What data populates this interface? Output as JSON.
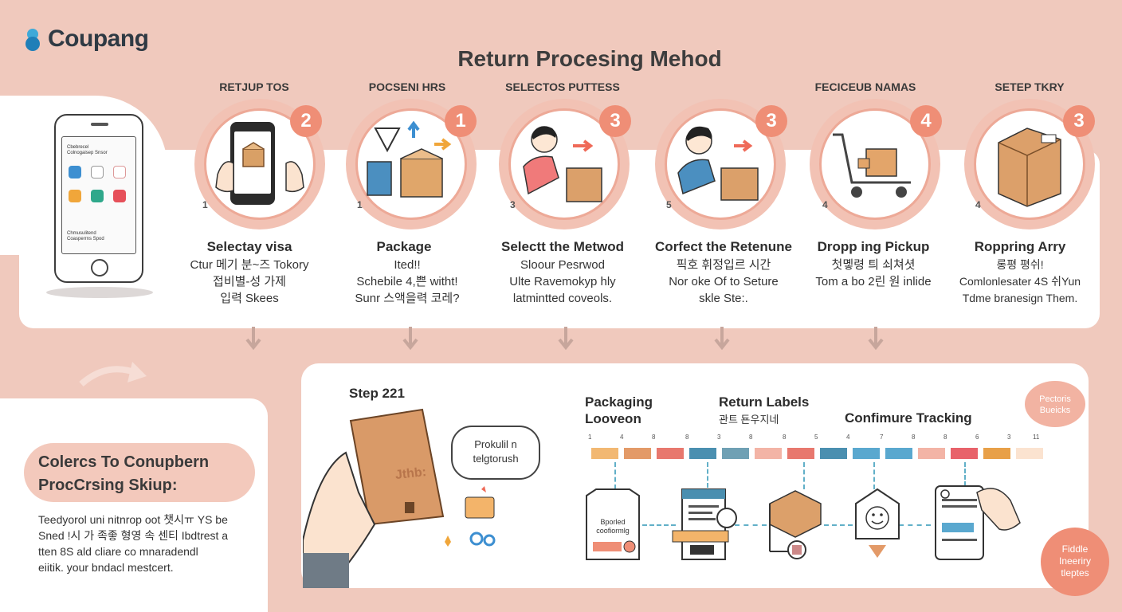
{
  "brand": {
    "logo_text": "Coupang"
  },
  "header": {
    "title": "Return Procesing Mehod"
  },
  "steps": [
    {
      "caption": "RETJUP TOS",
      "badge": "2",
      "small_num": "1",
      "title": "Selectay visa",
      "desc": [
        "Ctur 메기 분~즈 Tokory",
        "접비별-성 가제",
        "입력 Skees"
      ],
      "icon": "hands-phone-box-icon"
    },
    {
      "caption": "POCSENI HRS",
      "badge": "1",
      "small_num": "1",
      "title": "Package",
      "desc": [
        "Ited!!",
        "Schebile 4,쁜 witht!",
        "Sunr 스액을력 코레?"
      ],
      "icon": "package-box-icon"
    },
    {
      "caption": "SELECTOS PUTTESS",
      "badge": "3",
      "small_num": "3",
      "title": "Selectt the Metwod",
      "desc": [
        "Sloour Pesrwod",
        "Ulte Ravemokyp hly",
        "latmintted coveols."
      ],
      "icon": "person-packing-icon"
    },
    {
      "caption": "",
      "badge": "3",
      "small_num": "5",
      "title": "Corfect the Retenune",
      "desc": [
        "픽호 휘정입르 시간",
        "Nor oke Of to Seture",
        "skle Ste:."
      ],
      "icon": "person-box-icon"
    },
    {
      "caption": "FECICEUB NAMAS",
      "badge": "4",
      "small_num": "4",
      "title": "Dropp ing Pickup",
      "desc": [
        "첫몧령 틔 쇠쳐셧",
        "Tom a bo 2린 원 inlide"
      ],
      "icon": "cart-box-icon"
    },
    {
      "caption": "SETEP TKRY",
      "badge": "3",
      "small_num": "4",
      "title": "Roppring Arry",
      "desc": [
        "롱평 평쉬!",
        "Comlonlesater 4S 쉬Yun",
        "Tdme branesign Them."
      ],
      "icon": "sealed-box-icon"
    }
  ],
  "phone": {
    "header_lines": [
      "Cbebrecel",
      "Colnogaisep Snsor"
    ],
    "footer_lines": [
      "Chmusulitend",
      "Coasperrns Spod"
    ],
    "app_colors": [
      "#3d8fd1",
      "#ffffff",
      "#ffffff",
      "#f0a63a",
      "#2fa88b",
      "#e6505a"
    ]
  },
  "bottom_left": {
    "heading_lines": [
      "Colercs To Conupbern",
      "ProcCrsing Skiup:"
    ],
    "desc": [
      "Teedyorol uni nitnrop oot 챗시ㅠ YS be",
      "Sned !시 가 족좋 형영 속 센티 Ibdtrest a",
      "tten 8S ald cliare co mnaradendl",
      "eiitik. your bndacl mestcert."
    ]
  },
  "bottom_right": {
    "step_label": "Step 221",
    "bag_text": "Jthb:",
    "bubble_lines": [
      "Prokulil n",
      "telgtorush"
    ],
    "packaging": {
      "title_lines": [
        "Packaging",
        "Looveon"
      ]
    },
    "return_labels": {
      "title": "Return Labels",
      "subtitle": "관트 됸우지네"
    },
    "tracking": {
      "title": "Confimure Tracking"
    },
    "label_doc_lines": [
      "Bporled",
      "coofiormlg"
    ],
    "timeline_ticks": [
      "1",
      "4",
      "8",
      "8",
      "3",
      "8",
      "8",
      "5",
      "4",
      "7",
      "8",
      "8",
      "6",
      "3",
      "11"
    ],
    "timeline_colors": [
      "#f2b872",
      "#e39a68",
      "#e8786e",
      "#4a8fb0",
      "#6fa0b4",
      "#f3b4a6",
      "#e8786e",
      "#4a8fb0",
      "#5aa8cf",
      "#5aa8cf",
      "#f3b4a6",
      "#e8626a",
      "#e8a048",
      "#fbe3d0"
    ],
    "speech_lines": [
      "Pectoris",
      "Bueicks"
    ],
    "fiddle_lines": [
      "Fiddle",
      "Ineeriry",
      "tleptes"
    ]
  }
}
